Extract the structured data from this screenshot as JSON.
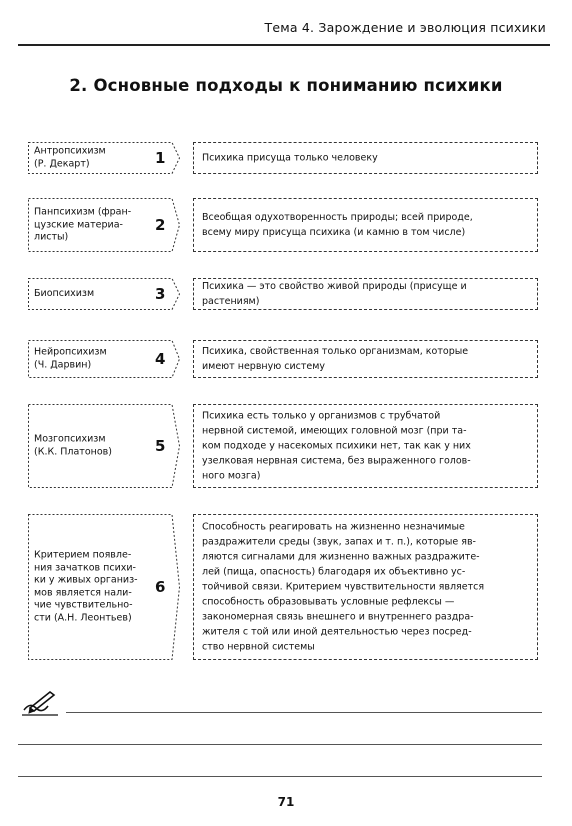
{
  "header": {
    "text": "Тема 4. Зарождение и эволюция психики"
  },
  "title": "2. Основные подходы к пониманию психики",
  "rows": [
    {
      "label_lines": [
        "Антропсихизм",
        "(Р. Декарт)"
      ],
      "number": "1",
      "description_lines": [
        "Психика присуща только человеку"
      ]
    },
    {
      "label_lines": [
        "Панпсихизм (фран-",
        "цузские материа-",
        "листы)"
      ],
      "number": "2",
      "description_lines": [
        "Всеобщая одухотворенность природы; всей природе,",
        "всему миру присуща психика (и камню в том числе)"
      ]
    },
    {
      "label_lines": [
        "Биопсихизм"
      ],
      "number": "3",
      "description_lines": [
        "Психика — это свойство живой природы (присуще и",
        "растениям)"
      ]
    },
    {
      "label_lines": [
        "Нейропсихизм",
        "(Ч. Дарвин)"
      ],
      "number": "4",
      "description_lines": [
        "Психика, свойственная только организмам, которые",
        "имеют нервную систему"
      ]
    },
    {
      "label_lines": [
        "Мозгопсихизм",
        "(К.К. Платонов)"
      ],
      "number": "5",
      "description_lines": [
        "Психика есть только у организмов с трубчатой",
        "нервной системой, имеющих головной мозг (при та-",
        "ком подходе у насекомых психики нет, так как у них",
        "узелковая нервная система, без выраженного голов-",
        "ного мозга)"
      ]
    },
    {
      "label_lines": [
        "Критерием появле-",
        "ния зачатков психи-",
        "ки у живых организ-",
        "мов является нали-",
        "чие чувствительно-",
        "сти (А.Н. Леонтьев)"
      ],
      "number": "6",
      "description_lines": [
        "Способность реагировать на жизненно незначимые",
        "раздражители среды (звук, запах и т. п.), которые яв-",
        "ляются сигналами для жизненно важных раздражите-",
        "лей (пища, опасность) благодаря их объективно ус-",
        "тойчивой связи. Критерием чувствительности является",
        "способность образовывать условные рефлексы —",
        "закономерная связь внешнего и внутреннего раздра-",
        "жителя с той или иной деятельностью через посред-",
        "ство нервной системы"
      ]
    }
  ],
  "notes": {
    "icon": "pen-writing-icon"
  },
  "page_number": "71"
}
